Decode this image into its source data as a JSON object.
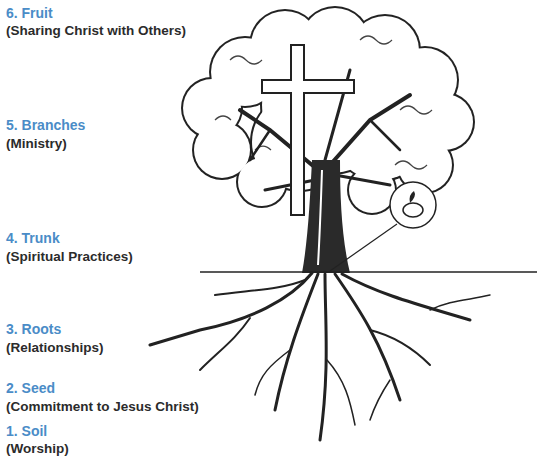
{
  "diagram": {
    "labels": [
      "6. Fruit",
      "(Sharing Christ with Others)",
      "5. Branches",
      "(Ministry)",
      "4. Trunk",
      "(Spiritual Practices)",
      "3. Roots",
      "(Relationships)",
      "2. Seed",
      "(Commitment to Jesus Christ)",
      "1. Soil",
      "(Worship)"
    ]
  }
}
